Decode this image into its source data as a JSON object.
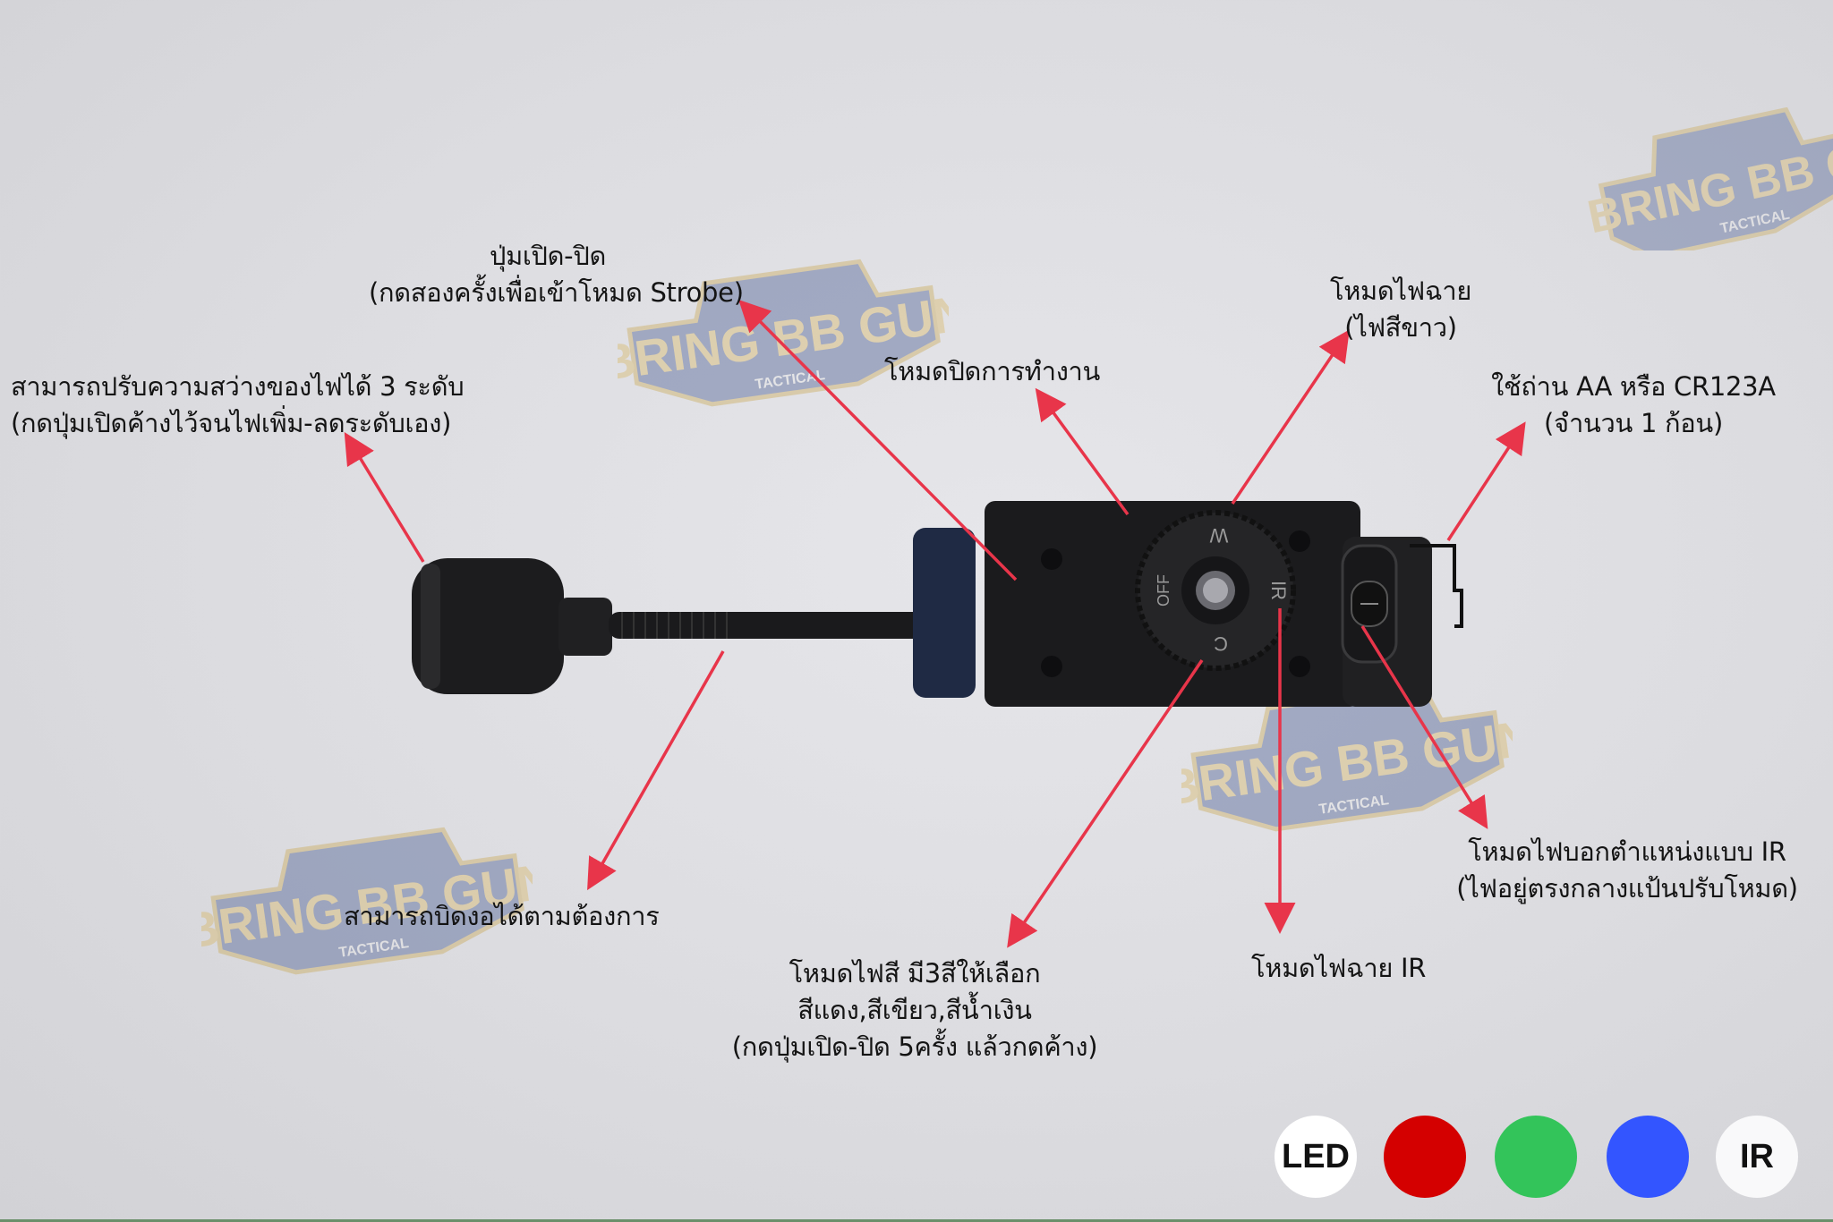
{
  "image": {
    "subject": "tactical weapon light with pressure switch, annotated feature guide",
    "background_color": "#dedee2",
    "arrow_color": "#e8354a"
  },
  "watermark": {
    "brand": "BRING BB GUN",
    "sub": "TACTICAL"
  },
  "device": {
    "dial_labels": [
      "W",
      "IR",
      "C",
      "OFF"
    ],
    "switch_label": "IR"
  },
  "annotations": {
    "power_button": {
      "line1": "ปุ่มเปิด-ปิด",
      "line2": "(กดสองครั้งเพื่อเข้าโหมด Strobe)"
    },
    "brightness": {
      "line1": "สามารถปรับความสว่างของไฟได้ 3 ระดับ",
      "line2": "(กดปุ่มเปิดค้างไว้จนไฟเพิ่ม-ลดระดับเอง)"
    },
    "off_mode": {
      "line1": "โหมดปิดการทำงาน"
    },
    "flashlight_mode": {
      "line1": "โหมดไฟฉาย",
      "line2": "(ไฟสีขาว)"
    },
    "battery": {
      "line1": "ใช้ถ่าน AA หรือ CR123A",
      "line2": "(จำนวน 1 ก้อน)"
    },
    "ir_pointer": {
      "line1": "โหมดไฟบอกตำแหน่งแบบ IR",
      "line2": "(ไฟอยู่ตรงกลางแป้นปรับโหมด)"
    },
    "ir_flashlight": {
      "line1": "โหมดไฟฉาย IR"
    },
    "color_mode": {
      "line1": "โหมดไฟสี มี3สีให้เลือก",
      "line2": "สีแดง,สีเขียว,สีน้ำเงิน",
      "line3": "(กดปุ่มเปิด-ปิด 5ครั้ง แล้วกดค้าง)"
    },
    "bendable": {
      "line1": "สามารถบิดงอได้ตามต้องการ"
    }
  },
  "legend": {
    "items": [
      {
        "label": "LED",
        "color": "#ffffff"
      },
      {
        "label": "",
        "color": "#d40000"
      },
      {
        "label": "",
        "color": "#33c45a"
      },
      {
        "label": "",
        "color": "#3355ff"
      },
      {
        "label": "IR",
        "color": "#ffffff"
      }
    ]
  }
}
